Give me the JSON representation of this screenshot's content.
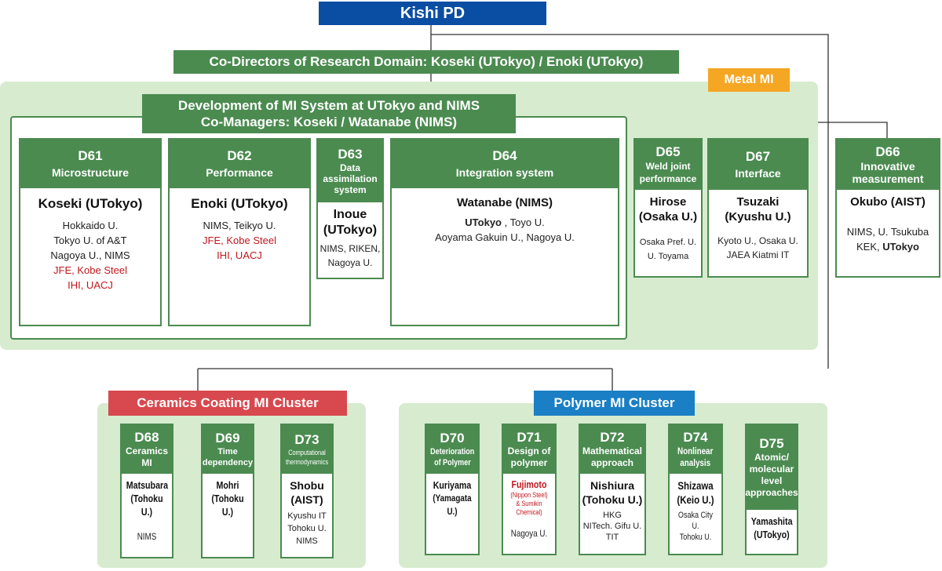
{
  "top": {
    "title": "Kishi PD"
  },
  "codirectors": {
    "text": "Co-Directors of Research Domain: Koseki (UTokyo) / Enoki (UTokyo)"
  },
  "metal": {
    "badge": "Metal MI",
    "system_title_line1": "Development of MI System at UTokyo and NIMS",
    "system_title_line2": "Co-Managers: Koseki / Watanabe (NIMS)",
    "units": [
      {
        "code": "D61",
        "title": "Microstructure",
        "lead": "Koseki (UTokyo)",
        "members": [
          "Hokkaido U.",
          "Tokyo U. of A&T",
          "Nagoya U., NIMS"
        ],
        "industry": [
          "JFE, Kobe Steel",
          "IHI, UACJ"
        ]
      },
      {
        "code": "D62",
        "title": "Performance",
        "lead": "Enoki (UTokyo)",
        "members": [
          "NIMS, Teikyo U."
        ],
        "industry": [
          "JFE, Kobe Steel",
          "IHI, UACJ"
        ]
      },
      {
        "code": "D63",
        "title_lines": [
          "Data",
          "assimilation",
          "system"
        ],
        "lead_lines": [
          "Inoue",
          "(UTokyo)"
        ],
        "members": [
          "NIMS, RIKEN,",
          "Nagoya U."
        ]
      },
      {
        "code": "D64",
        "title": "Integration system",
        "lead": "Watanabe (NIMS)",
        "members_line1_bold": "UTokyo",
        "members_line1_rest": " , Toyo U.",
        "members": [
          "Aoyama Gakuin U., Nagoya U."
        ]
      },
      {
        "code": "D65",
        "title_lines": [
          "Weld joint",
          "performance"
        ],
        "lead_lines": [
          "Hirose",
          "(Osaka U.)"
        ],
        "members": [
          "Osaka Pref. U.",
          "U. Toyama"
        ]
      },
      {
        "code": "D67",
        "title": "Interface",
        "lead_lines": [
          "Tsuzaki",
          "(Kyushu U.)"
        ],
        "members": [
          "Kyoto U., Osaka U.",
          "JAEA Kiatmi IT"
        ]
      }
    ]
  },
  "d66": {
    "code": "D66",
    "title_lines": [
      "Innovative",
      "measurement"
    ],
    "lead": "Okubo (AIST)",
    "members": [
      "NIMS, U. Tsukuba"
    ],
    "members_line2_rest": "KEK, ",
    "members_line2_bold": "UTokyo"
  },
  "ceramics": {
    "title": "Ceramics Coating MI Cluster",
    "units": [
      {
        "code": "D68",
        "title_lines": [
          "Ceramics",
          "MI"
        ],
        "lead_lines": [
          "Matsubara",
          "(Tohoku U.)"
        ],
        "members": [
          "NIMS"
        ]
      },
      {
        "code": "D69",
        "title_lines": [
          "Time",
          "dependency"
        ],
        "lead_lines": [
          "Mohri",
          "(Tohoku U.)"
        ],
        "members": []
      },
      {
        "code": "D73",
        "title_lines": [
          "Computational",
          "thermodynamics"
        ],
        "lead_lines": [
          "Shobu",
          "(AIST)"
        ],
        "members": [
          "Kyushu IT",
          "Tohoku U.",
          "NIMS"
        ]
      }
    ]
  },
  "polymer": {
    "title": "Polymer MI Cluster",
    "units": [
      {
        "code": "D70",
        "title_lines": [
          "Deterioration",
          "of Polymer"
        ],
        "lead_lines": [
          "Kuriyama",
          "(Yamagata U.)"
        ],
        "members": []
      },
      {
        "code": "D71",
        "title_lines": [
          "Design of",
          "polymer"
        ],
        "lead": "Fujimoto",
        "lead_sub": [
          "(Nippon Steel)",
          "& Sumikin",
          "Chemical)"
        ],
        "members": [
          "Nagoya U."
        ]
      },
      {
        "code": "D72",
        "title_lines": [
          "Mathematical",
          "approach"
        ],
        "lead_lines": [
          "Nishiura",
          "(Tohoku U.)"
        ],
        "members": [
          "HKG",
          "NITech. Gifu U.",
          "TIT"
        ]
      },
      {
        "code": "D74",
        "title_lines": [
          "Nonlinear",
          "analysis"
        ],
        "lead_lines": [
          "Shizawa",
          "(Keio U.)"
        ],
        "members": [
          "Osaka City U.",
          "Tohoku U."
        ]
      },
      {
        "code": "D75",
        "title_lines": [
          "Atomic/",
          "molecular",
          "level",
          "approaches"
        ],
        "lead_lines": [
          "Yamashita",
          "(UTokyo)"
        ],
        "members": []
      }
    ]
  },
  "colors": {
    "green": "#4b8b50",
    "light_green": "#d7ebcf",
    "navy": "#0a4ea3",
    "orange": "#f5a623",
    "red_header": "#d8484f",
    "blue_header": "#1a7fc4",
    "red_text": "#c0171e"
  }
}
